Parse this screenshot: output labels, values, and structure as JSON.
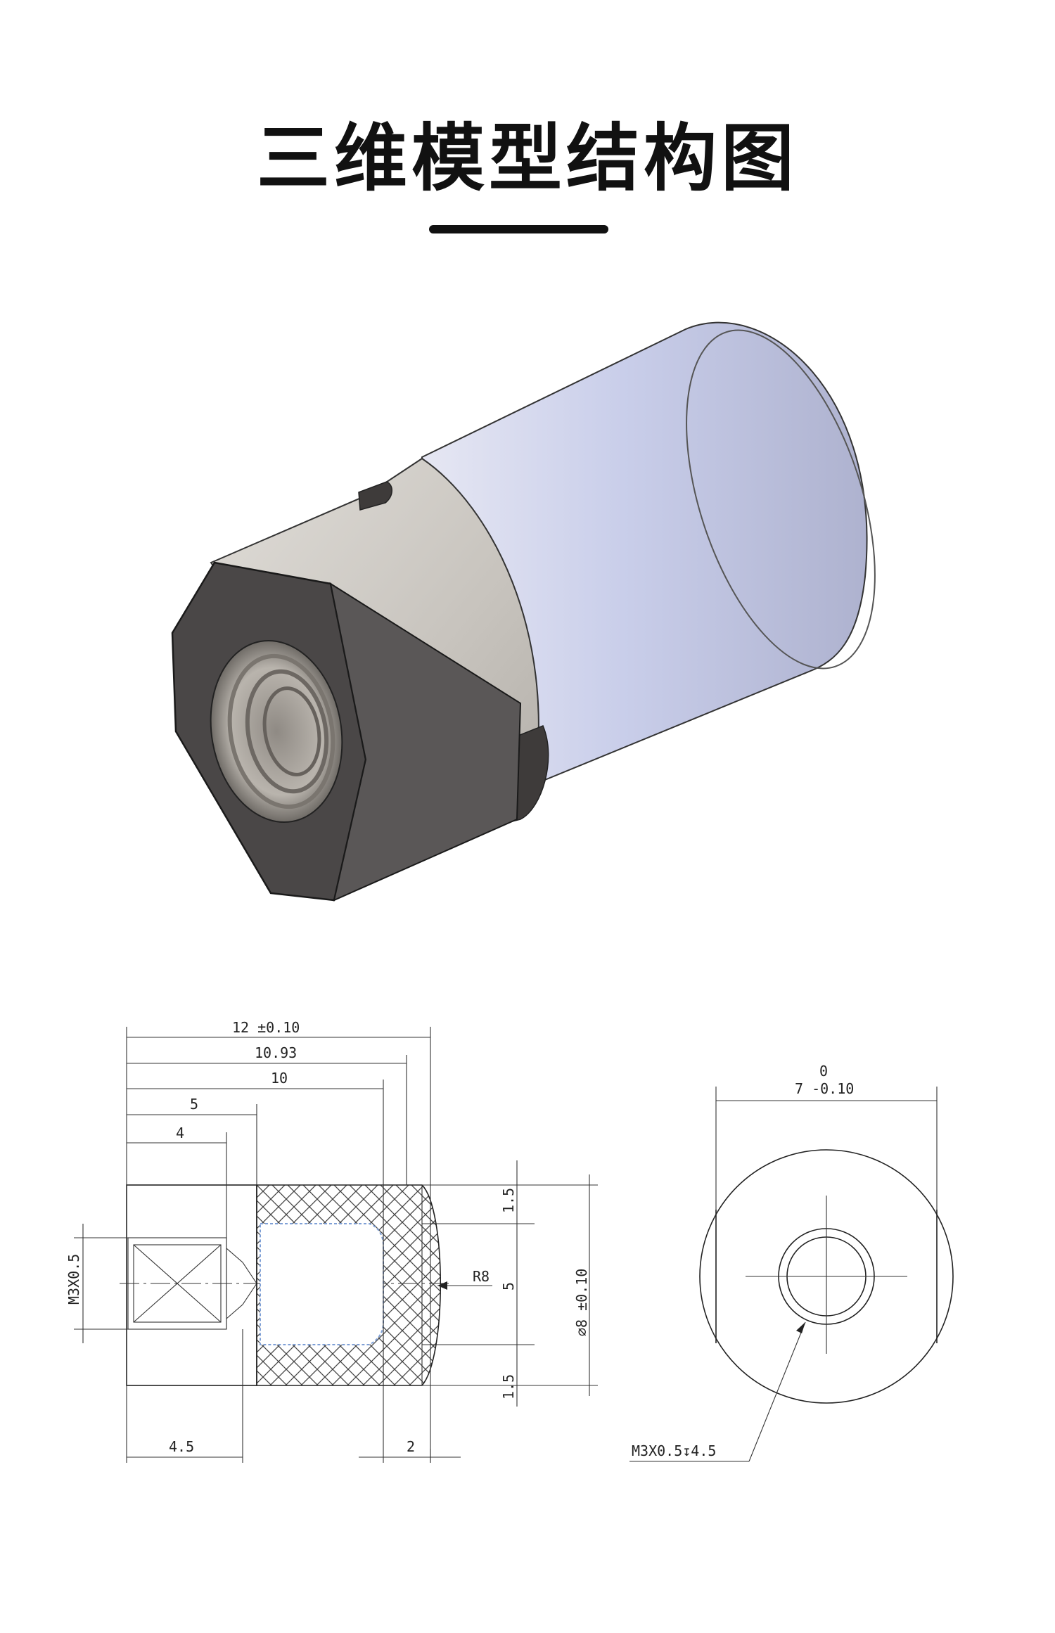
{
  "header": {
    "title": "三维模型结构图"
  },
  "drawing": {
    "side_view": {
      "dim_overall": "12 ±0.10",
      "dim_10_93": "10.93",
      "dim_10": "10",
      "dim_5": "5",
      "dim_4": "4",
      "dim_4_5": "4.5",
      "dim_2": "2",
      "thread_left": "M3X0.5",
      "radius": "R8",
      "dim_top_1_5": "1.5",
      "dim_mid_5": "5",
      "dim_bot_1_5": "1.5",
      "diameter": "⌀8 ±0.10"
    },
    "end_view": {
      "dim_upper": "0",
      "dim_lower": "7 -0.10",
      "thread_callout": "M3X0.5↧4.5"
    }
  },
  "colors": {
    "hex_face": "#4a4747",
    "nut_body": "#c9c6c2",
    "cylinder": "#d4d8ee",
    "line": "#222222"
  }
}
